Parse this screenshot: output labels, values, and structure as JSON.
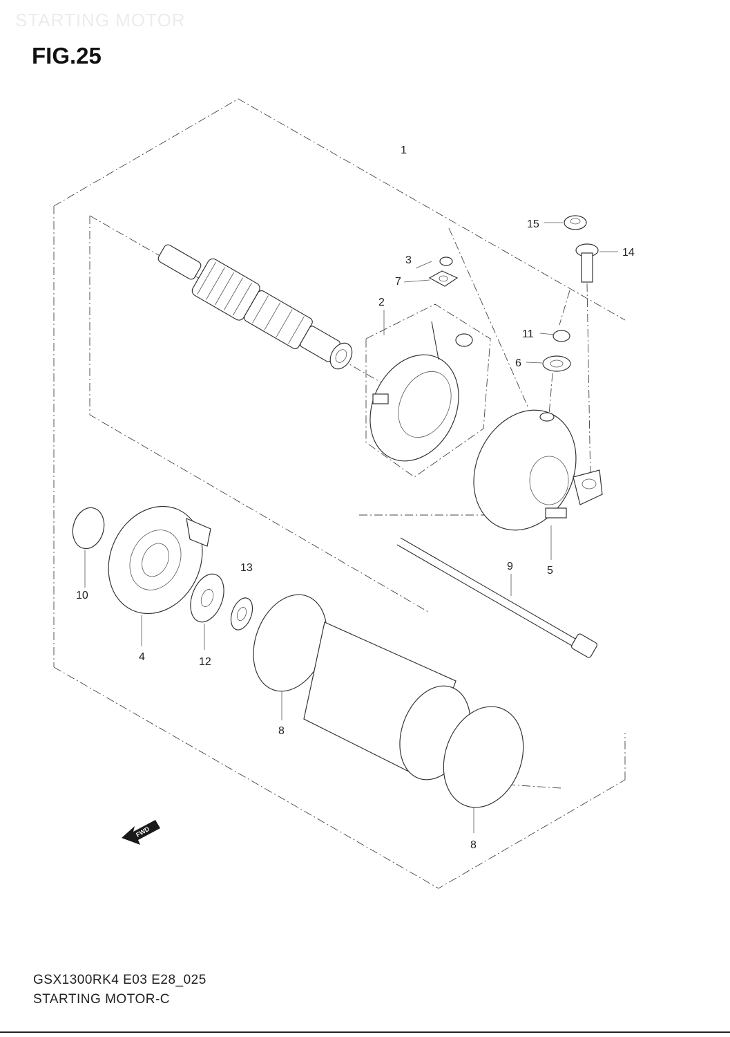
{
  "watermark": "STARTING MOTOR",
  "figure_label": "FIG.25",
  "footer": {
    "code": "GSX1300RK4 E03 E28_025",
    "name": "STARTING MOTOR-C"
  },
  "fwd_label": "FWD",
  "callouts": [
    {
      "id": "c1",
      "text": "1"
    },
    {
      "id": "c2",
      "text": "2"
    },
    {
      "id": "c3",
      "text": "3"
    },
    {
      "id": "c7",
      "text": "7"
    },
    {
      "id": "c15",
      "text": "15"
    },
    {
      "id": "c14",
      "text": "14"
    },
    {
      "id": "c11",
      "text": "11"
    },
    {
      "id": "c6",
      "text": "6"
    },
    {
      "id": "c5",
      "text": "5"
    },
    {
      "id": "c9",
      "text": "9"
    },
    {
      "id": "c13",
      "text": "13"
    },
    {
      "id": "c10",
      "text": "10"
    },
    {
      "id": "c4",
      "text": "4"
    },
    {
      "id": "c12",
      "text": "12"
    },
    {
      "id": "c8a",
      "text": "8"
    },
    {
      "id": "c8b",
      "text": "8"
    }
  ],
  "colors": {
    "line": "#333333",
    "watermark": "#ececec"
  }
}
